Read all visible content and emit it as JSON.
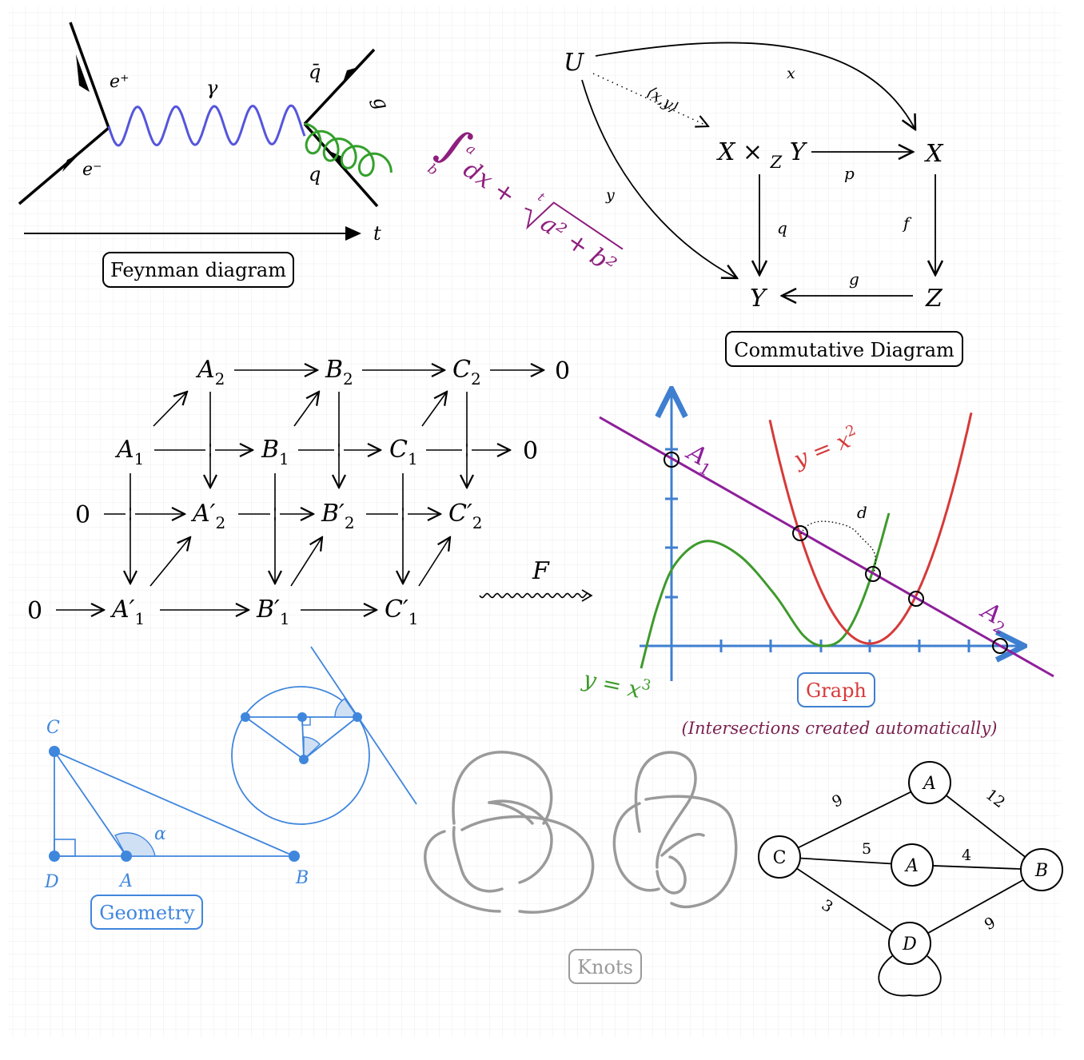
{
  "colors": {
    "grid": "#e6e6e6",
    "photon": "#5555dd",
    "gluon": "#33a02c",
    "integral": "#8e1f7e",
    "graph_axis": "#3f7fd0",
    "graph_line": "#8e1f9a",
    "graph_parabola": "#d63a3a",
    "graph_cubic": "#3e9a2c",
    "caption_purple": "#7a1f4f",
    "geometry": "#3f86dd",
    "geometry_fill": "#cfe0f5",
    "knots": "#9a9a9a"
  },
  "feynman": {
    "positron": "e⁺",
    "electron": "e⁻",
    "photon": "γ",
    "antiquark": "q̄",
    "quark": "q",
    "gluon": "g",
    "time": "t",
    "caption": "Feynman diagram"
  },
  "integral": {
    "upper": "a",
    "lower": "b",
    "body": "dx + ",
    "root_index": "t",
    "radicand": "a² + b²"
  },
  "commutative": {
    "U": "U",
    "pair": "⟨x,y⟩",
    "product_main": "X × ",
    "product_sub": "Z",
    "product_end": " Y",
    "X": "X",
    "Y": "Y",
    "Z": "Z",
    "lbl_x": "x",
    "lbl_y": "y",
    "lbl_p": "p",
    "lbl_q": "q",
    "lbl_f": "f",
    "lbl_g": "g",
    "caption": "Commutative Diagram"
  },
  "cube": {
    "A2": "A",
    "B2": "B",
    "C2": "C",
    "A1": "A",
    "B1": "B",
    "C1": "C",
    "Ap2": "A′",
    "Bp2": "B′",
    "Cp2": "C′",
    "Ap1": "A′",
    "Bp1": "B′",
    "Cp1": "C′",
    "sub1": "1",
    "sub2": "2",
    "zero": "0",
    "functor": "F"
  },
  "graph": {
    "line_label_1": "A",
    "line_label_1_sub": "1",
    "line_label_2": "A",
    "line_label_2_sub": "2",
    "parabola_label": "y = x",
    "parabola_exp": "2",
    "cubic_label": "y = x",
    "cubic_exp": "3",
    "distance_label": "d",
    "caption": "Graph",
    "subcaption": "(Intersections created automatically)"
  },
  "geometry": {
    "C": "C",
    "D": "D",
    "A": "A",
    "B": "B",
    "alpha": "α",
    "caption": "Geometry"
  },
  "knots": {
    "caption": "Knots"
  },
  "network": {
    "nodes": [
      "A",
      "C",
      "A",
      "B",
      "D"
    ],
    "w_CA": "9",
    "w_AB": "12",
    "w_C_A2": "5",
    "w_A2_B": "4",
    "w_CD": "3",
    "w_DB": "9"
  }
}
